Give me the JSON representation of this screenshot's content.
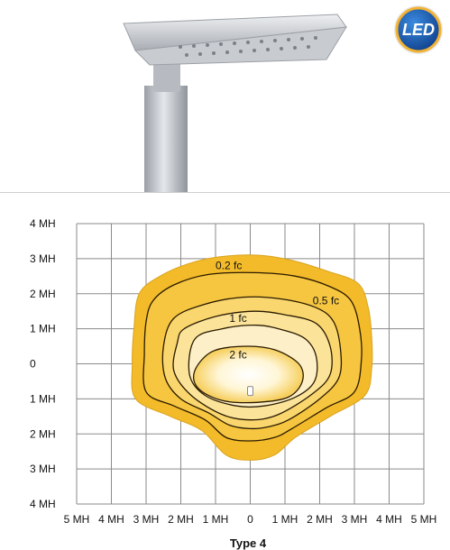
{
  "badge": {
    "text": "LED"
  },
  "colors": {
    "grid": "#8a8a8a",
    "outer_fill": "#f3bb2a",
    "inner_light": "#fffdf0",
    "contour_line": "#2a1a00",
    "badge_blue": "#1d5fb4"
  },
  "chart_data": {
    "type": "isolux-contour",
    "title": "Type 4",
    "x_ticks": [
      "5 MH",
      "4 MH",
      "3 MH",
      "2 MH",
      "1 MH",
      "0",
      "1 MH",
      "2 MH",
      "3 MH",
      "4 MH",
      "5 MH"
    ],
    "y_ticks": [
      "4 MH",
      "3 MH",
      "2 MH",
      "1 MH",
      "0",
      "1 MH",
      "2 MH",
      "3 MH",
      "4 MH"
    ],
    "xlim": [
      -5,
      5
    ],
    "ylim": [
      -4,
      4
    ],
    "grid": true,
    "luminaire_position": [
      0,
      -0.8
    ],
    "contours": [
      {
        "label": "0.2 fc",
        "label_at": [
          -1.0,
          2.7
        ],
        "points": [
          [
            -3.2,
            2.0
          ],
          [
            -2.6,
            2.5
          ],
          [
            -1.8,
            2.85
          ],
          [
            -0.9,
            3.05
          ],
          [
            0.2,
            3.1
          ],
          [
            1.2,
            2.95
          ],
          [
            2.2,
            2.65
          ],
          [
            3.1,
            2.3
          ],
          [
            3.4,
            1.6
          ],
          [
            3.5,
            0.7
          ],
          [
            3.5,
            -0.1
          ],
          [
            3.3,
            -0.9
          ],
          [
            2.3,
            -1.5
          ],
          [
            1.3,
            -2.1
          ],
          [
            0.7,
            -2.6
          ],
          [
            0,
            -2.75
          ],
          [
            -0.7,
            -2.6
          ],
          [
            -1.4,
            -1.9
          ],
          [
            -2.3,
            -1.5
          ],
          [
            -3.3,
            -1.0
          ],
          [
            -3.4,
            0.0
          ],
          [
            -3.35,
            1.0
          ]
        ]
      },
      {
        "label": "",
        "label_at": null,
        "points": [
          [
            -2.8,
            1.8
          ],
          [
            -2.2,
            2.25
          ],
          [
            -1.2,
            2.55
          ],
          [
            0.1,
            2.6
          ],
          [
            1.3,
            2.5
          ],
          [
            2.3,
            2.2
          ],
          [
            2.9,
            1.8
          ],
          [
            3.15,
            1.0
          ],
          [
            3.2,
            0.1
          ],
          [
            3.0,
            -0.8
          ],
          [
            2.2,
            -1.25
          ],
          [
            1.2,
            -1.85
          ],
          [
            0.7,
            -2.1
          ],
          [
            0,
            -2.2
          ],
          [
            -0.7,
            -2.1
          ],
          [
            -1.3,
            -1.6
          ],
          [
            -2.2,
            -1.2
          ],
          [
            -3.0,
            -0.8
          ],
          [
            -3.05,
            0.3
          ],
          [
            -3.0,
            1.2
          ]
        ]
      },
      {
        "label": "0.5 fc",
        "label_at": [
          1.8,
          1.7
        ],
        "points": [
          [
            -2.2,
            1.3
          ],
          [
            -1.3,
            1.7
          ],
          [
            -0.2,
            1.9
          ],
          [
            0.9,
            1.85
          ],
          [
            1.9,
            1.6
          ],
          [
            2.4,
            1.2
          ],
          [
            2.6,
            0.4
          ],
          [
            2.55,
            -0.4
          ],
          [
            2.0,
            -1.0
          ],
          [
            1.1,
            -1.6
          ],
          [
            0.5,
            -1.8
          ],
          [
            0,
            -1.85
          ],
          [
            -0.6,
            -1.75
          ],
          [
            -1.2,
            -1.4
          ],
          [
            -2.0,
            -1.0
          ],
          [
            -2.45,
            -0.4
          ],
          [
            -2.5,
            0.5
          ]
        ]
      },
      {
        "label": "",
        "label_at": null,
        "points": [
          [
            -1.9,
            1.0
          ],
          [
            -1.0,
            1.35
          ],
          [
            0.1,
            1.5
          ],
          [
            1.0,
            1.4
          ],
          [
            1.9,
            1.15
          ],
          [
            2.3,
            0.5
          ],
          [
            2.3,
            -0.3
          ],
          [
            1.8,
            -0.85
          ],
          [
            0.8,
            -1.45
          ],
          [
            0,
            -1.6
          ],
          [
            -0.8,
            -1.45
          ],
          [
            -1.7,
            -0.9
          ],
          [
            -2.2,
            -0.2
          ],
          [
            -2.1,
            0.6
          ]
        ]
      },
      {
        "label": "1 fc",
        "label_at": [
          -0.6,
          1.2
        ],
        "points": [
          [
            -1.6,
            0.7
          ],
          [
            -0.8,
            1.0
          ],
          [
            0.2,
            1.1
          ],
          [
            1.0,
            0.95
          ],
          [
            1.6,
            0.7
          ],
          [
            1.9,
            0.2
          ],
          [
            1.85,
            -0.5
          ],
          [
            1.3,
            -0.95
          ],
          [
            0.4,
            -1.2
          ],
          [
            -0.4,
            -1.2
          ],
          [
            -1.3,
            -0.9
          ],
          [
            -1.75,
            -0.3
          ]
        ]
      },
      {
        "label": "2 fc",
        "label_at": [
          -0.6,
          0.15
        ],
        "points": [
          [
            -1.6,
            -0.2
          ],
          [
            -1.1,
            0.35
          ],
          [
            -0.2,
            0.5
          ],
          [
            0.7,
            0.4
          ],
          [
            1.4,
            0.0
          ],
          [
            1.5,
            -0.5
          ],
          [
            1.1,
            -0.95
          ],
          [
            0.2,
            -1.1
          ],
          [
            -0.8,
            -1.05
          ],
          [
            -1.5,
            -0.7
          ]
        ]
      }
    ]
  }
}
